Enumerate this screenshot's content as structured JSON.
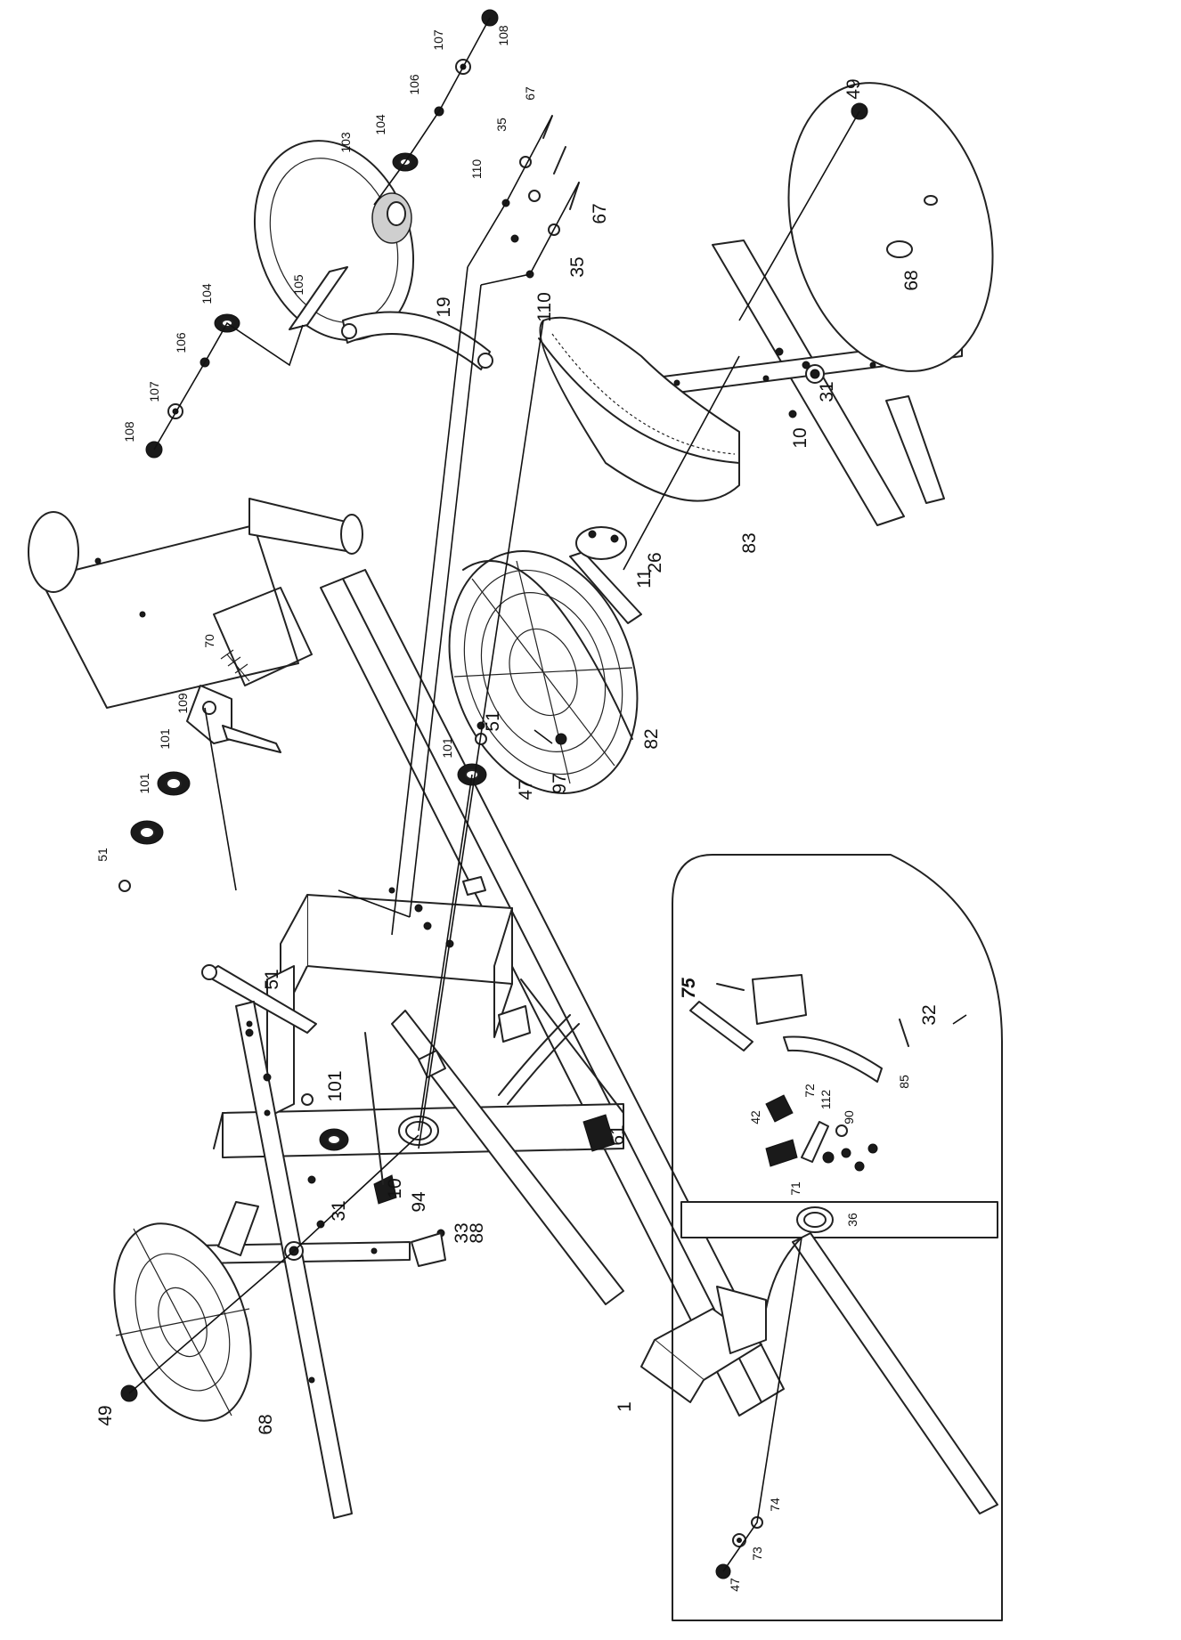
{
  "parts": {
    "p1": "1",
    "p10a": "10",
    "p10b": "10",
    "p11": "11",
    "p19": "19",
    "p26": "26",
    "p31a": "31",
    "p31b": "31",
    "p32": "32",
    "p33": "33",
    "p35a": "35",
    "p35b": "35",
    "p36": "36",
    "p42": "42",
    "p47a": "47",
    "p47b": "47",
    "p49a": "49",
    "p49b": "49",
    "p51a": "51",
    "p51b": "51",
    "p51c": "51",
    "p61": "61",
    "p67a": "67",
    "p67b": "67",
    "p68a": "68",
    "p68b": "68",
    "p70": "70",
    "p71": "71",
    "p72": "72",
    "p73": "73",
    "p74": "74",
    "p75": "75",
    "p82": "82",
    "p83": "83",
    "p85": "85",
    "p88": "88",
    "p90": "90",
    "p94": "94",
    "p97": "97",
    "p101a": "101",
    "p101b": "101",
    "p101c": "101",
    "p101d": "101",
    "p103": "103",
    "p104a": "104",
    "p104b": "104",
    "p105": "105",
    "p106a": "106",
    "p106b": "106",
    "p107a": "107",
    "p107b": "107",
    "p108a": "108",
    "p108b": "108",
    "p109": "109",
    "p110a": "110",
    "p110b": "110",
    "p112": "112"
  }
}
